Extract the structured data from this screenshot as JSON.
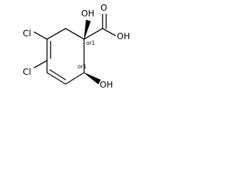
{
  "structure": {
    "atoms": {
      "cl_upper": "Cl",
      "cl_lower": "Cl",
      "oh_top": "OH",
      "oh_bottom": "OH",
      "o_carbonyl": "O",
      "oh_acid": "OH"
    },
    "stereo_labels": {
      "c1": "or1",
      "c6": "or1"
    }
  }
}
